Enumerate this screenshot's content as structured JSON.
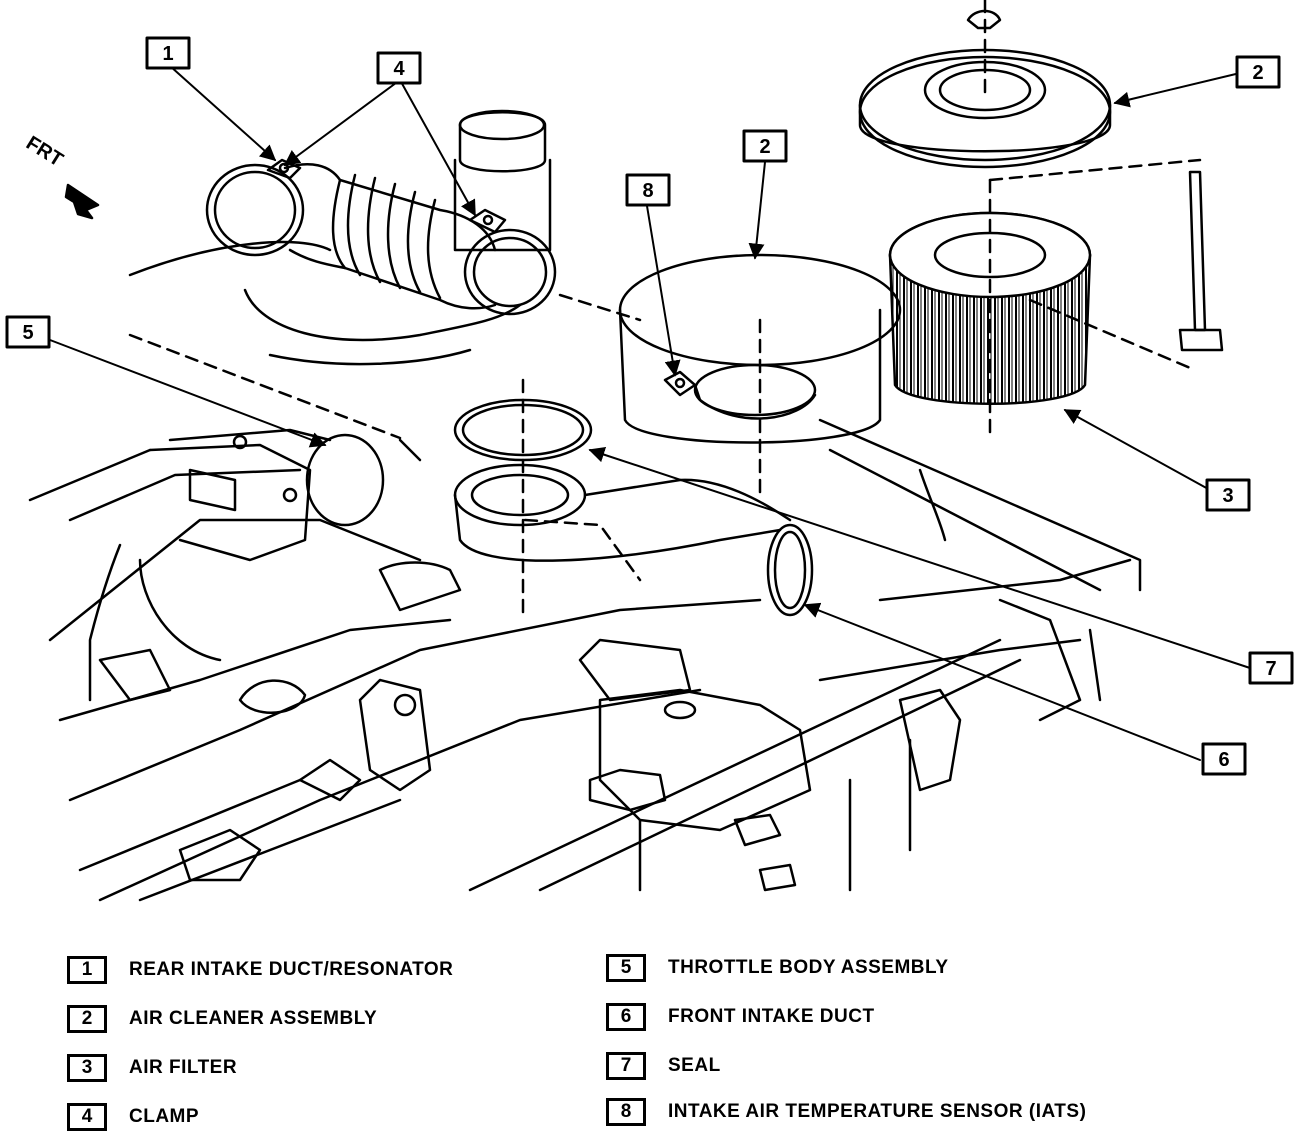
{
  "orientation_label": "FRT",
  "callouts": [
    "1",
    "4",
    "2",
    "2",
    "8",
    "5",
    "3",
    "7",
    "6"
  ],
  "legend": [
    {
      "num": "1",
      "label": "REAR INTAKE DUCT/RESONATOR"
    },
    {
      "num": "2",
      "label": "AIR CLEANER ASSEMBLY"
    },
    {
      "num": "3",
      "label": "AIR FILTER"
    },
    {
      "num": "4",
      "label": "CLAMP"
    },
    {
      "num": "5",
      "label": "THROTTLE BODY ASSEMBLY"
    },
    {
      "num": "6",
      "label": "FRONT INTAKE DUCT"
    },
    {
      "num": "7",
      "label": "SEAL"
    },
    {
      "num": "8",
      "label": "INTAKE AIR TEMPERATURE SENSOR (IATS)"
    }
  ],
  "colors": {
    "ink": "#000000",
    "paper": "#ffffff"
  }
}
